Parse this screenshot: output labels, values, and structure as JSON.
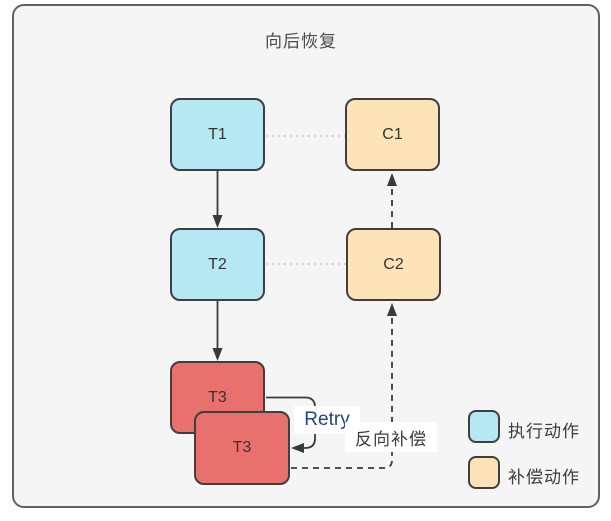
{
  "title": "向后恢复",
  "nodes": {
    "t1": {
      "label": "T1"
    },
    "t2": {
      "label": "T2"
    },
    "t3_back": {
      "label": "T3"
    },
    "t3_front": {
      "label": "T3"
    },
    "c1": {
      "label": "C1"
    },
    "c2": {
      "label": "C2"
    }
  },
  "labels": {
    "retry": "Retry",
    "reverse_compensation": "反向补偿"
  },
  "legend": [
    {
      "label": "执行动作",
      "color": "#b5e8f2"
    },
    {
      "label": "补偿动作",
      "color": "#ffe3b8"
    }
  ],
  "colors": {
    "execute_fill": "#b5e8f2",
    "compensate_fill": "#ffe3b8",
    "failed_fill": "#e8716d",
    "node_border": "#3f3f3f",
    "canvas_background": "#f5f5f5",
    "canvas_border": "#616161",
    "connector": "#3a3a3a",
    "dotted_link": "#cdcdcd",
    "retry_text": "#24447c"
  }
}
